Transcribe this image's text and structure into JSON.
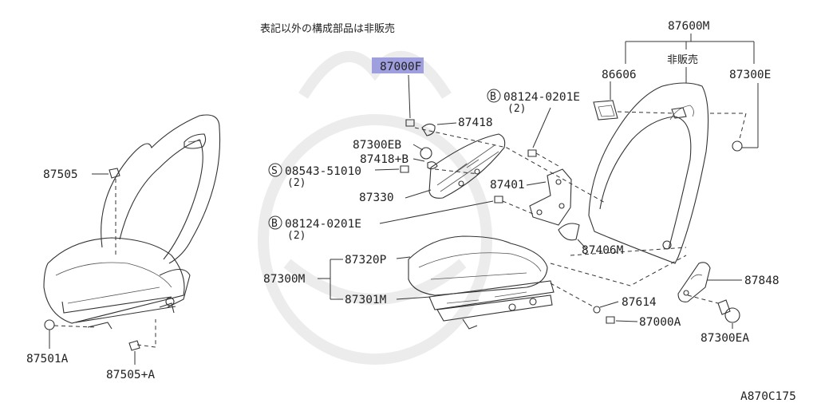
{
  "notice": "表記以外の構成部品は非販売",
  "highlight_color": "#9f9fe0",
  "labels": {
    "p87000F": "87000F",
    "p87418": "87418",
    "p87300EB": "87300EB",
    "p87418B": "87418+B",
    "s08543": "08543-51010",
    "s08543_qty": "(2)",
    "p87330": "87330",
    "b08124_top": "08124-0201E",
    "b08124_top_qty": "(2)",
    "p87401": "87401",
    "b08124_mid": "08124-0201E",
    "b08124_mid_qty": "(2)",
    "p87406M": "87406M",
    "p87320P": "87320P",
    "p87300M": "87300M",
    "p87301M": "87301M",
    "p87614": "87614",
    "p87000A": "87000A",
    "p87848": "87848",
    "p87300EA": "87300EA",
    "p87600M": "87600M",
    "p86606": "86606",
    "not_sold": "非販売",
    "p87300E": "87300E",
    "p87505": "87505",
    "p87501A": "87501A",
    "p87505A": "87505+A",
    "circle_s": "S",
    "circle_b": "B",
    "figure_code": "A870C175"
  }
}
